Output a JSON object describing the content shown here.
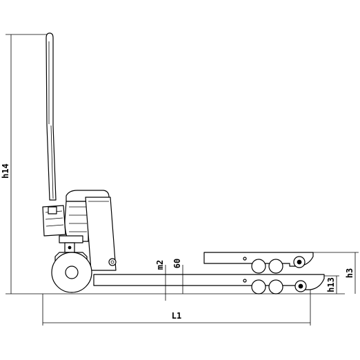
{
  "dimensions": {
    "h14": "h14",
    "m2": "m2",
    "s60": "60",
    "h13": "h13",
    "h3": "h3",
    "L1": "L1"
  },
  "colors": {
    "line": "#000000",
    "background": "#ffffff"
  }
}
